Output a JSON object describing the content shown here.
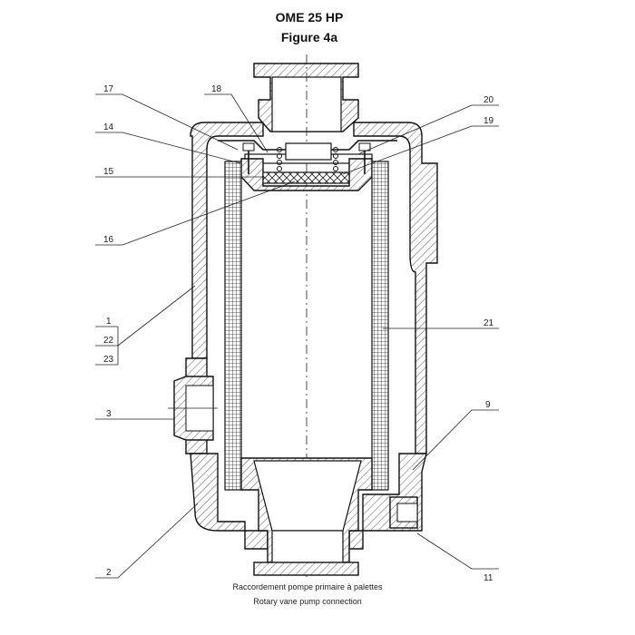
{
  "title": "OME 25 HP",
  "subtitle": "Figure 4a",
  "caption": {
    "fr": "Raccordement pompe primaire à palettes",
    "en": "Rotary vane pump connection"
  },
  "labels": {
    "l17": "17",
    "l18": "18",
    "l20": "20",
    "l19": "19",
    "l14": "14",
    "l15": "15",
    "l16": "16",
    "l1": "1",
    "l22": "22",
    "l23": "23",
    "l21": "21",
    "l3": "3",
    "l9": "9",
    "l2": "2",
    "l11": "11"
  }
}
